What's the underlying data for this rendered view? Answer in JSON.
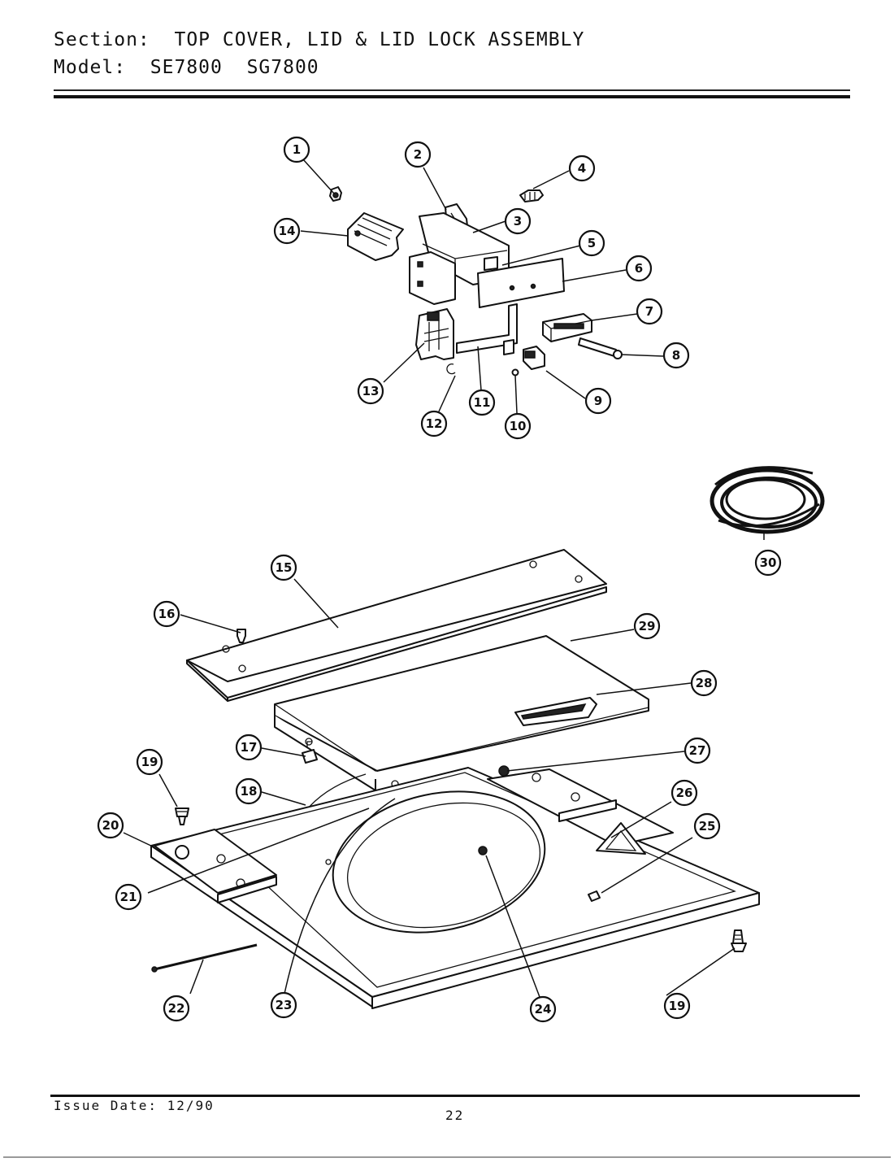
{
  "header": {
    "section_label": "Section:",
    "section_title": "TOP COVER, LID & LID LOCK ASSEMBLY",
    "model_label": "Model:",
    "models": "SE7800  SG7800"
  },
  "callouts": [
    {
      "id": "c1",
      "label": "1"
    },
    {
      "id": "c2",
      "label": "2"
    },
    {
      "id": "c3",
      "label": "3"
    },
    {
      "id": "c4",
      "label": "4"
    },
    {
      "id": "c5",
      "label": "5"
    },
    {
      "id": "c6",
      "label": "6"
    },
    {
      "id": "c7",
      "label": "7"
    },
    {
      "id": "c8",
      "label": "8"
    },
    {
      "id": "c9",
      "label": "9"
    },
    {
      "id": "c10",
      "label": "10"
    },
    {
      "id": "c11",
      "label": "11"
    },
    {
      "id": "c12",
      "label": "12"
    },
    {
      "id": "c13",
      "label": "13"
    },
    {
      "id": "c14",
      "label": "14"
    },
    {
      "id": "c15",
      "label": "15"
    },
    {
      "id": "c16",
      "label": "16"
    },
    {
      "id": "c17",
      "label": "17"
    },
    {
      "id": "c18",
      "label": "18"
    },
    {
      "id": "c19a",
      "label": "19"
    },
    {
      "id": "c19b",
      "label": "19"
    },
    {
      "id": "c20",
      "label": "20"
    },
    {
      "id": "c21",
      "label": "21"
    },
    {
      "id": "c22",
      "label": "22"
    },
    {
      "id": "c23",
      "label": "23"
    },
    {
      "id": "c24",
      "label": "24"
    },
    {
      "id": "c25",
      "label": "25"
    },
    {
      "id": "c26",
      "label": "26"
    },
    {
      "id": "c27",
      "label": "27"
    },
    {
      "id": "c28",
      "label": "28"
    },
    {
      "id": "c29",
      "label": "29"
    },
    {
      "id": "c30",
      "label": "30"
    }
  ],
  "footer": {
    "issue_date": "Issue Date: 12/90",
    "page_number": "22"
  }
}
